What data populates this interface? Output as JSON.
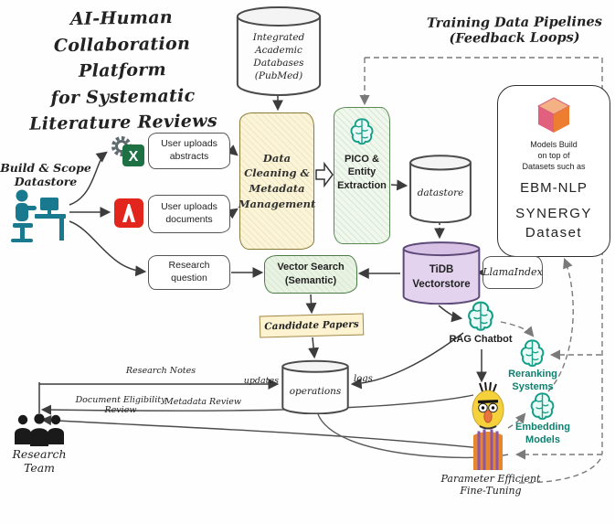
{
  "title": "AI-Human\nCollaboration Platform\nfor Systematic\nLiterature Reviews",
  "training_title": "Training Data Pipelines\n(Feedback Loops)",
  "nodes": {
    "academic_db": "Integrated\nAcademic\nDatabases\n(PubMed)",
    "build_scope": "Build & Scope\nDatastore",
    "uploads_abstracts": "User uploads\nabstracts",
    "uploads_documents": "User uploads\ndocuments",
    "research_question": "Research\nquestion",
    "data_cleaning": "Data\nCleaning &\nMetadata\nManagement",
    "pico": "PICO &\nEntity\nExtraction",
    "datastore": "datastore",
    "models_intro": "Models Build\non top of\nDatasets such as",
    "models_dataset1": "EBM-NLP",
    "models_dataset2": "SYNERGY\nDataset",
    "vector_search": "Vector Search\n(Semantic)",
    "tidb": "TiDB\nVectorstore",
    "llamaindex": "LlamaIndex",
    "candidate_papers": "Candidate Papers",
    "rag_chatbot": "RAG Chatbot",
    "reranking": "Reranking\nSystems",
    "embedding": "Embedding\nModels",
    "operations": "operations",
    "research_team": "Research\nTeam",
    "peft": "Parameter Efficient\nFine-Tuning"
  },
  "edge_labels": {
    "updates": "updates",
    "logs": "logs",
    "research_notes": "Research Notes",
    "doc_eligibility": "Document Eligibility\nReview",
    "metadata_review": "Metadata Review"
  },
  "icons": {
    "excel": "excel-gear-icon",
    "pdf": "pdf-icon",
    "ai_brain": "ai-brain-icon",
    "sagemaker": "sagemaker-model-icon",
    "person_desk": "analyst-at-desk-icon",
    "team": "research-team-icon",
    "bert": "bert-character-icon"
  },
  "colors": {
    "teal_accent": "#149e88",
    "cleaning_yellow": "#fbf4d6",
    "pico_green": "#f0f7ec",
    "tidb_purple": "#e3d3ee",
    "banner_yellow": "#fdf3d0",
    "person_teal": "#19798f",
    "bert_yellow": "#f5d13b",
    "edge_gray": "#3c3c3c"
  }
}
